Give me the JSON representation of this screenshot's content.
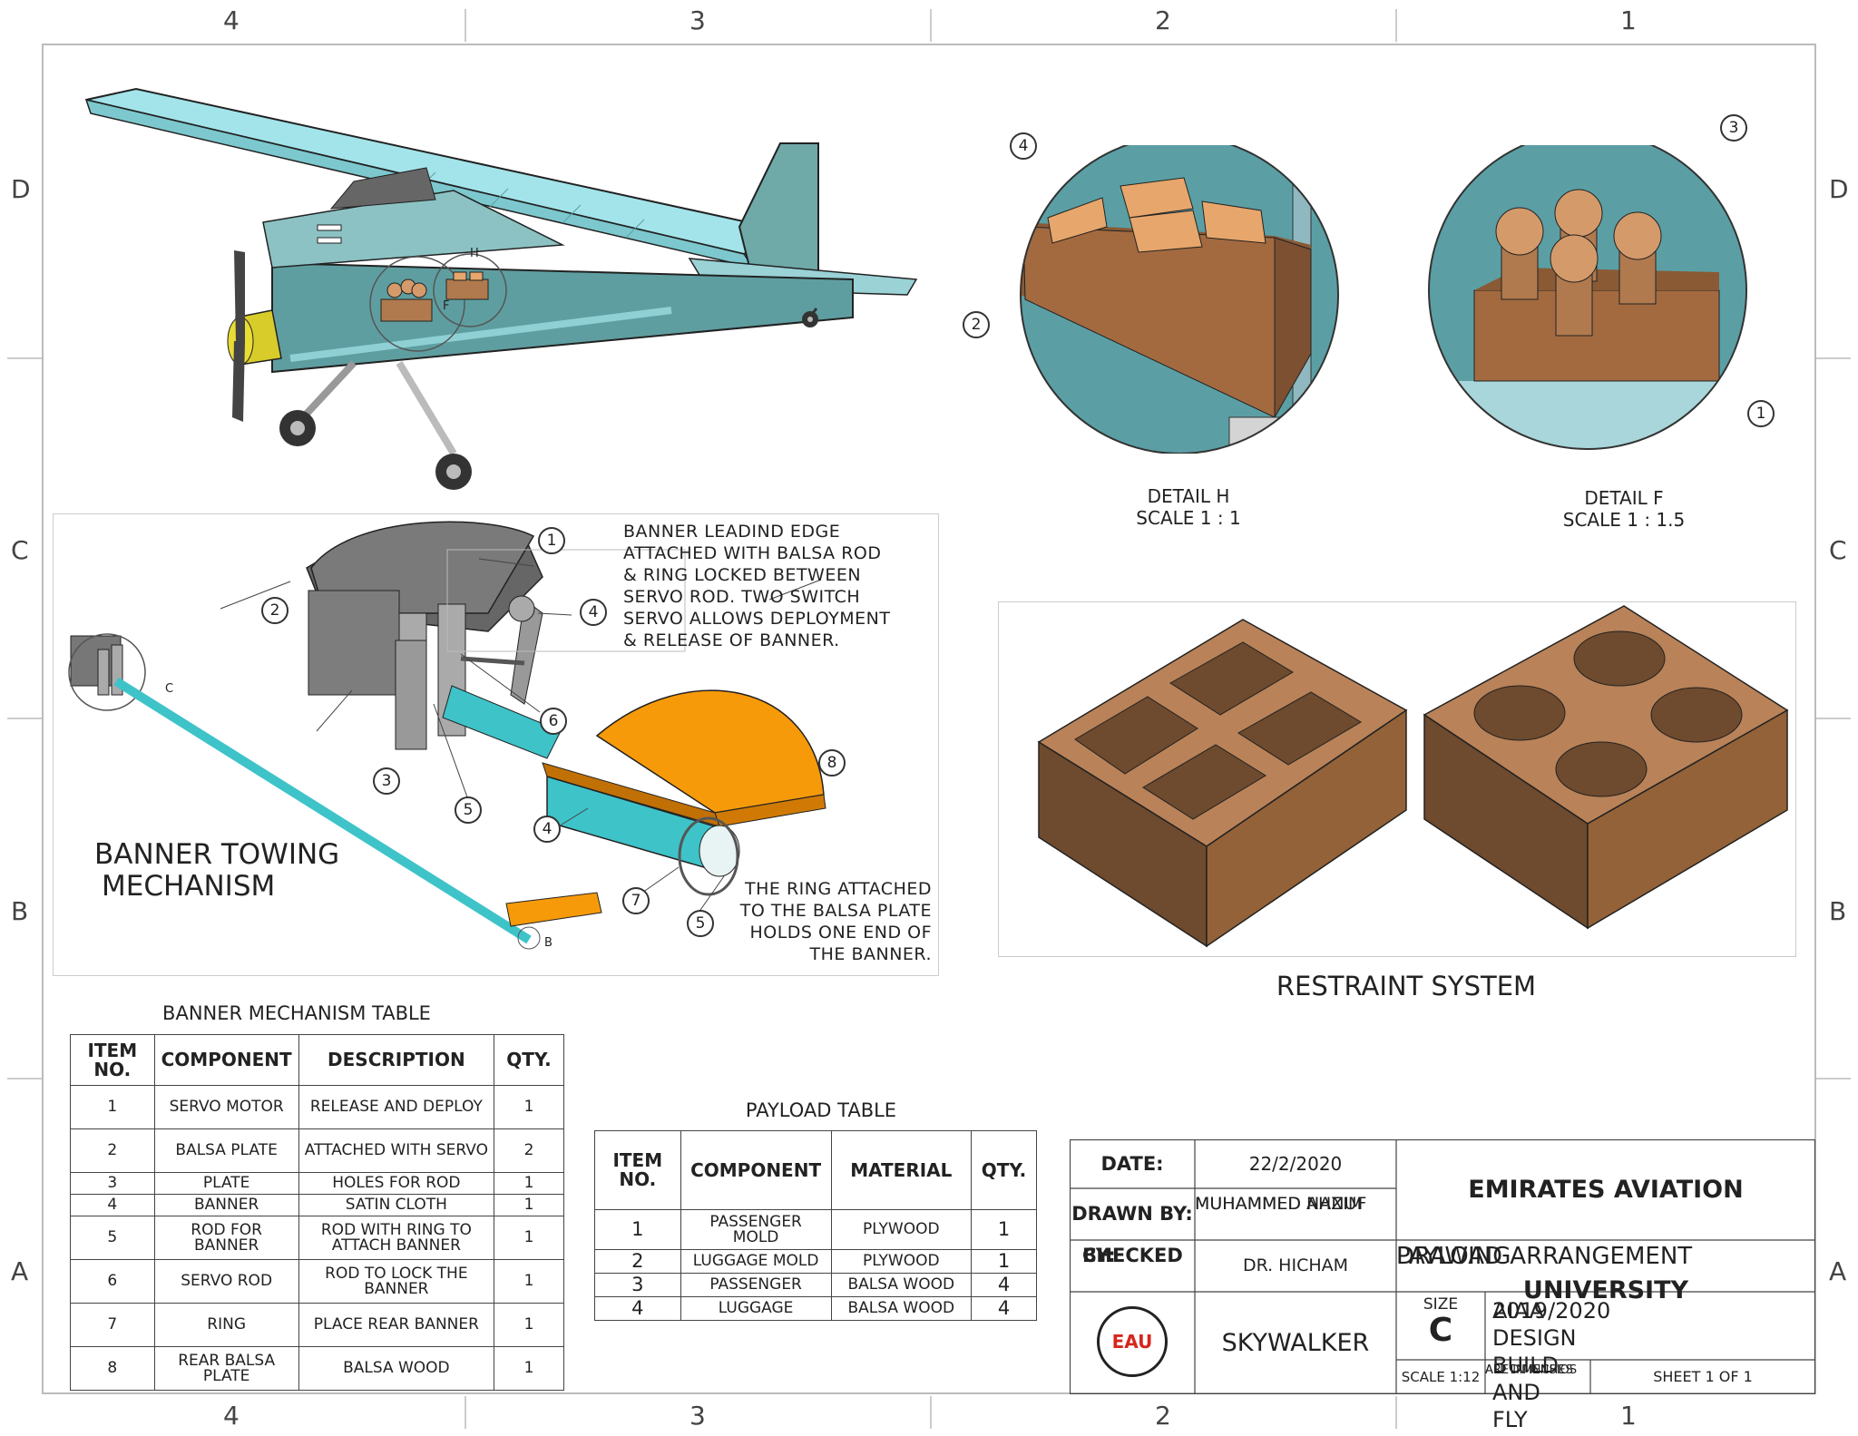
{
  "zones": {
    "columns": [
      "4",
      "3",
      "2",
      "1"
    ],
    "rows": [
      "D",
      "C",
      "B",
      "A"
    ]
  },
  "details": {
    "h": {
      "title": "DETAIL H",
      "scale": "SCALE 1 : 1",
      "callouts": [
        "4",
        "2"
      ]
    },
    "f": {
      "title": "DETAIL F",
      "scale": "SCALE 1 : 1.5",
      "callouts": [
        "3",
        "1"
      ]
    }
  },
  "aircraft_marks": {
    "h": "H",
    "f": "F"
  },
  "banner": {
    "title_line1": "BANNER TOWING",
    "title_line2": "MECHANISM",
    "note_top": [
      "BANNER LEADIND EDGE",
      "ATTACHED WITH BALSA ROD",
      "& RING LOCKED BETWEEN",
      "SERVO ROD. TWO SWITCH",
      "SERVO ALLOWS DEPLOYMENT",
      "& RELEASE OF BANNER."
    ],
    "note_bottom": [
      "THE RING ATTACHED",
      "TO THE BALSA PLATE",
      "HOLDS ONE END OF",
      "THE BANNER."
    ],
    "callouts": [
      "1",
      "2",
      "4",
      "6",
      "3",
      "5",
      "8",
      "4",
      "7",
      "5"
    ],
    "marks": {
      "c": "C",
      "b": "B"
    }
  },
  "restraint": {
    "title": "RESTRAINT SYSTEM"
  },
  "banner_table": {
    "title": "BANNER MECHANISM TABLE",
    "headers": [
      "ITEM NO.",
      "COMPONENT",
      "DESCRIPTION",
      "QTY."
    ],
    "rows": [
      [
        "1",
        "SERVO MOTOR",
        "RELEASE AND DEPLOY",
        "1"
      ],
      [
        "2",
        "BALSA PLATE",
        "ATTACHED WITH SERVO",
        "2"
      ],
      [
        "3",
        "PLATE",
        "HOLES FOR ROD",
        "1"
      ],
      [
        "4",
        "BANNER",
        "SATIN CLOTH",
        "1"
      ],
      [
        "5",
        "ROD FOR BANNER",
        "ROD WITH RING TO ATTACH BANNER",
        "1"
      ],
      [
        "6",
        "SERVO ROD",
        "ROD TO LOCK THE BANNER",
        "1"
      ],
      [
        "7",
        "RING",
        "PLACE REAR BANNER",
        "1"
      ],
      [
        "8",
        "REAR BALSA PLATE",
        "BALSA WOOD",
        "1"
      ]
    ]
  },
  "payload_table": {
    "title": "PAYLOAD TABLE",
    "headers": [
      "ITEM NO.",
      "COMPONENT",
      "MATERIAL",
      "QTY."
    ],
    "rows": [
      [
        "1",
        "PASSENGER MOLD",
        "PLYWOOD",
        "1"
      ],
      [
        "2",
        "LUGGAGE MOLD",
        "PLYWOOD",
        "1"
      ],
      [
        "3",
        "PASSENGER",
        "BALSA WOOD",
        "4"
      ],
      [
        "4",
        "LUGGAGE",
        "BALSA WOOD",
        "4"
      ]
    ]
  },
  "title_block": {
    "date_label": "DATE:",
    "date": "22/2/2020",
    "drawn_label": "DRAWN BY:",
    "drawn_1": "MUHAMMED AHNUF",
    "drawn_2": "MUHAMMED NAZIM",
    "checked_label_1": "CHECKED",
    "checked_label_2": "BY:",
    "checked": "DR. HICHAM",
    "logo_text": "EAU",
    "team": "SKYWALKER",
    "org": "EMIRATES AVIATION UNIVERSITY",
    "title_1": "PAYLOAD ARRANGEMENT",
    "title_2": "DRAWING",
    "size_label": "SIZE",
    "size": "C",
    "project_1": "AIAA DESIGN BUILD AND FLY",
    "project_2": "2019/2020",
    "scale": "SCALE 1:12",
    "units_1": "ALL DIMENSIOS",
    "units_2": "ARE IN INCHES",
    "sheet": "SHEET 1 OF 1"
  },
  "colors": {
    "teal": "#7fb6ba",
    "wood": "#b07a4e",
    "orange": "#f79a0a",
    "cyan": "#3ec3c9"
  }
}
